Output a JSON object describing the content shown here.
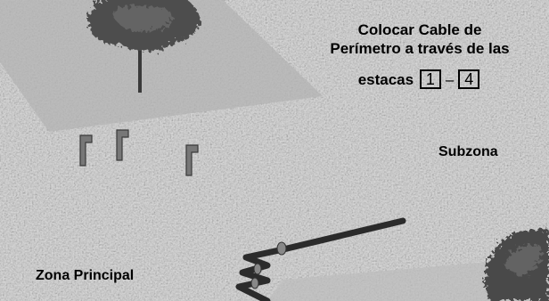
{
  "instruction": {
    "line1": "Colocar Cable de",
    "line2": "Perímetro a través de las",
    "line3_prefix": "estacas",
    "stake_start": "1",
    "separator": "–",
    "stake_end": "4"
  },
  "labels": {
    "subzone": "Subzona",
    "main_zone": "Zona Principal"
  },
  "colors": {
    "lawn": "#dcdcdc",
    "shade": "#b3b3b3",
    "stake": "#777777",
    "cable": "#2b2b2b",
    "foliage": "#4a4a4a"
  }
}
